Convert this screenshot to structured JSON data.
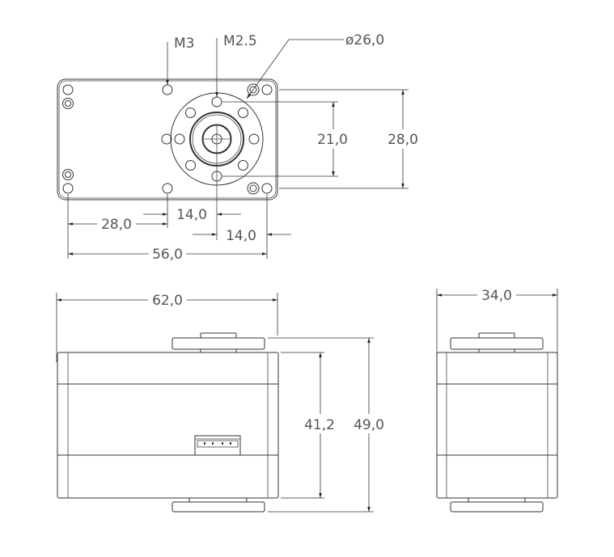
{
  "top_view": {
    "callouts": {
      "m3": "M3",
      "m25": "M2.5",
      "diameter": "ø26,0"
    },
    "dimensions": {
      "height_outer": "28,0",
      "height_inner": "21,0",
      "offset_left": "28,0",
      "offset_center_a": "14,0",
      "offset_center_b": "14,0",
      "width": "56,0"
    }
  },
  "front_view": {
    "dimensions": {
      "width": "62,0",
      "body_height": "41,2",
      "total_height": "49,0"
    }
  },
  "side_view": {
    "dimensions": {
      "width": "34,0"
    }
  },
  "colors": {
    "line": "#333333",
    "text": "#555555",
    "background": "#ffffff"
  }
}
